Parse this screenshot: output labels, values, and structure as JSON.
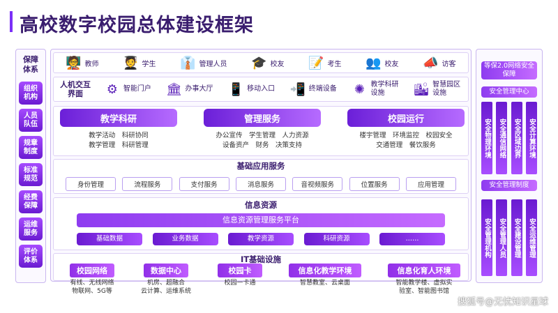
{
  "title": "高校数字校园总体建设框架",
  "left_column": {
    "header": "保障\n体系",
    "items": [
      "组织\n机构",
      "人员\n队伍",
      "规章\n制度",
      "标准\n规范",
      "经费\n保障",
      "运维\n服务",
      "评价\n体系"
    ]
  },
  "users": [
    {
      "label": "教师",
      "icon": "teacher-icon",
      "glyph": "🧑‍🏫"
    },
    {
      "label": "学生",
      "icon": "student-icon",
      "glyph": "🧑‍🎓"
    },
    {
      "label": "管理人员",
      "icon": "manager-icon",
      "glyph": "👔"
    },
    {
      "label": "校友",
      "icon": "alumni-icon",
      "glyph": "🎓"
    },
    {
      "label": "考生",
      "icon": "examinee-icon",
      "glyph": "📝"
    },
    {
      "label": "校友",
      "icon": "alumni2-icon",
      "glyph": "👥"
    },
    {
      "label": "访客",
      "icon": "visitor-icon",
      "glyph": "📣"
    }
  ],
  "interaction": {
    "label": "人机交互\n界面",
    "items": [
      {
        "label": "智能门户",
        "icon": "portal-icon",
        "glyph": "⚙"
      },
      {
        "label": "办事大厅",
        "icon": "hall-icon",
        "glyph": "🏛"
      },
      {
        "label": "移动入口",
        "icon": "mobile-icon",
        "glyph": "📱"
      },
      {
        "label": "终端设备",
        "icon": "terminal-icon",
        "glyph": "📲"
      },
      {
        "label": "教学科研\n设施",
        "icon": "research-icon",
        "glyph": "✺"
      },
      {
        "label": "智慧园区\n设施",
        "icon": "campus-icon",
        "glyph": "🏙"
      }
    ]
  },
  "apps": [
    {
      "title": "教学科研",
      "lines": [
        "教学活动　科研协同",
        "教学管理　科研管理"
      ]
    },
    {
      "title": "管理服务",
      "lines": [
        "办公宣传　学生管理　人力资源",
        "设备资产　财务　决策支持"
      ]
    },
    {
      "title": "校园运行",
      "lines": [
        "楼宇管理　环境监控　校园安全",
        "交通管理　餐饮服务"
      ]
    }
  ],
  "basic_services": {
    "label": "基础应用服务",
    "items": [
      "身份管理",
      "流程服务",
      "支付服务",
      "消息服务",
      "音视频服务",
      "位置服务",
      "应用管理"
    ]
  },
  "info_resources": {
    "label": "信息资源",
    "platform": "信息资源管理服务平台",
    "items": [
      "基础数据",
      "业务数据",
      "教学资源",
      "科研资源",
      "……"
    ]
  },
  "it_infra": {
    "label": "IT基础设施",
    "items": [
      {
        "title": "校园网络",
        "desc": "有线、无线网络\n物联网、5G等"
      },
      {
        "title": "数据中心",
        "desc": "机房、超融合\n云计算、运维系统"
      },
      {
        "title": "校园卡",
        "desc": "校园一卡通"
      },
      {
        "title": "信息化教学环境",
        "desc": "智慧教室、云桌面"
      },
      {
        "title": "信息化育人环境",
        "desc": "智能教学楼、虚拟实\n验室、智能图书馆"
      }
    ]
  },
  "right_column": {
    "top": "等保2.0网络安全\n保障",
    "center_label": "安全管理中心",
    "upper_pillars": [
      "安全物理环境",
      "安全通信网络",
      "安全区域边界",
      "安全计算环境"
    ],
    "system_label": "安全管理制度",
    "lower_pillars": [
      "安全管理机构",
      "安全管理人员",
      "安全建设管理",
      "安全运维管理"
    ]
  },
  "watermark": "搜狐号@无忧知识星球",
  "colors": {
    "accent": "#7b2ff7",
    "title": "#3a1d6e"
  }
}
